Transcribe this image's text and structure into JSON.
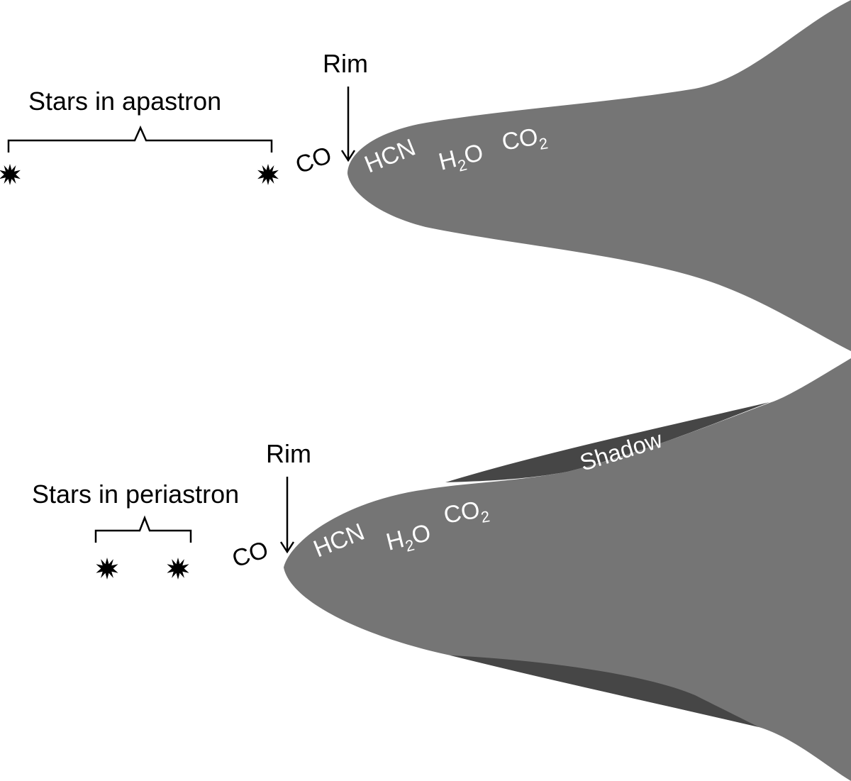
{
  "apastron": {
    "title": "Stars in apastron",
    "rim_label": "Rim",
    "molecules": {
      "co": "CO",
      "hcn": "HCN",
      "h2o_base": "H",
      "h2o_sub": "2",
      "h2o_tail": "O",
      "co2_base": "CO",
      "co2_sub": "2"
    }
  },
  "periastron": {
    "title": "Stars in periastron",
    "rim_label": "Rim",
    "shadow_label": "Shadow",
    "molecules": {
      "co": "CO",
      "hcn": "HCN",
      "h2o_base": "H",
      "h2o_sub": "2",
      "h2o_tail": "O",
      "co2_base": "CO",
      "co2_sub": "2"
    }
  },
  "colors": {
    "disk": "#757575",
    "shadow": "#464646",
    "ink": "#000000",
    "molecule_text": "#ffffff"
  }
}
